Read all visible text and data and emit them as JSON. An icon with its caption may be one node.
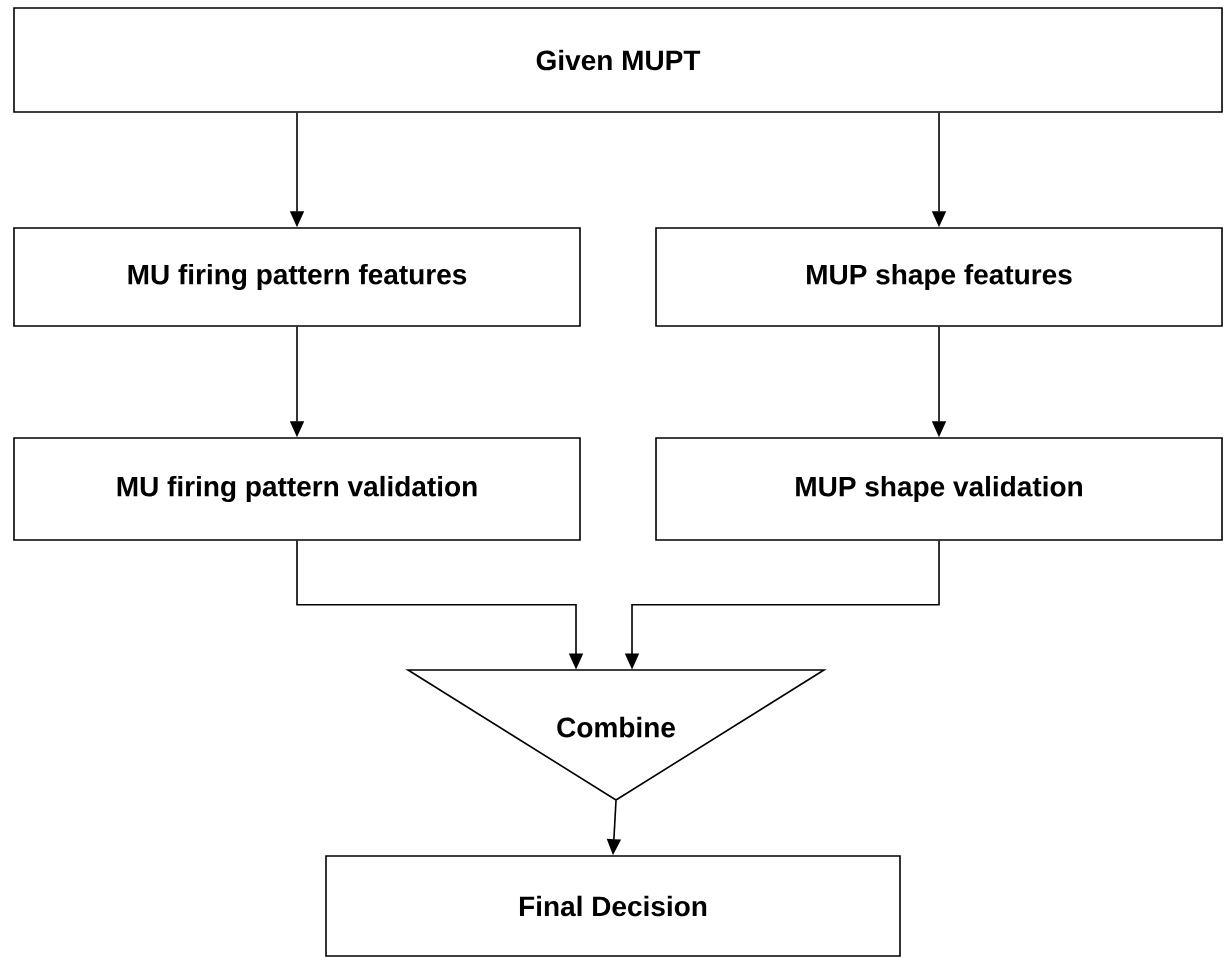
{
  "diagram": {
    "nodes": [
      {
        "text": [
          "Given MUPT"
        ]
      },
      {
        "text": [
          "MU firing pattern features"
        ]
      },
      {
        "text": [
          "MUP shape features"
        ]
      },
      {
        "text": [
          "MU firing pattern validation"
        ]
      },
      {
        "text": [
          "MUP shape validation"
        ]
      },
      {
        "text": [
          "Combine"
        ]
      },
      {
        "text": [
          "Final Decision"
        ]
      }
    ],
    "edges": [
      {
        "from": 0,
        "to": 1,
        "arrow": "to"
      },
      {
        "from": 0,
        "to": 2,
        "arrow": "to"
      },
      {
        "from": 1,
        "to": 3,
        "arrow": "to"
      },
      {
        "from": 2,
        "to": 4,
        "arrow": "to"
      },
      {
        "from": 3,
        "to": 5,
        "arrow": "to"
      },
      {
        "from": 4,
        "to": 5,
        "arrow": "to"
      },
      {
        "from": 5,
        "to": 6,
        "arrow": "to"
      }
    ]
  }
}
